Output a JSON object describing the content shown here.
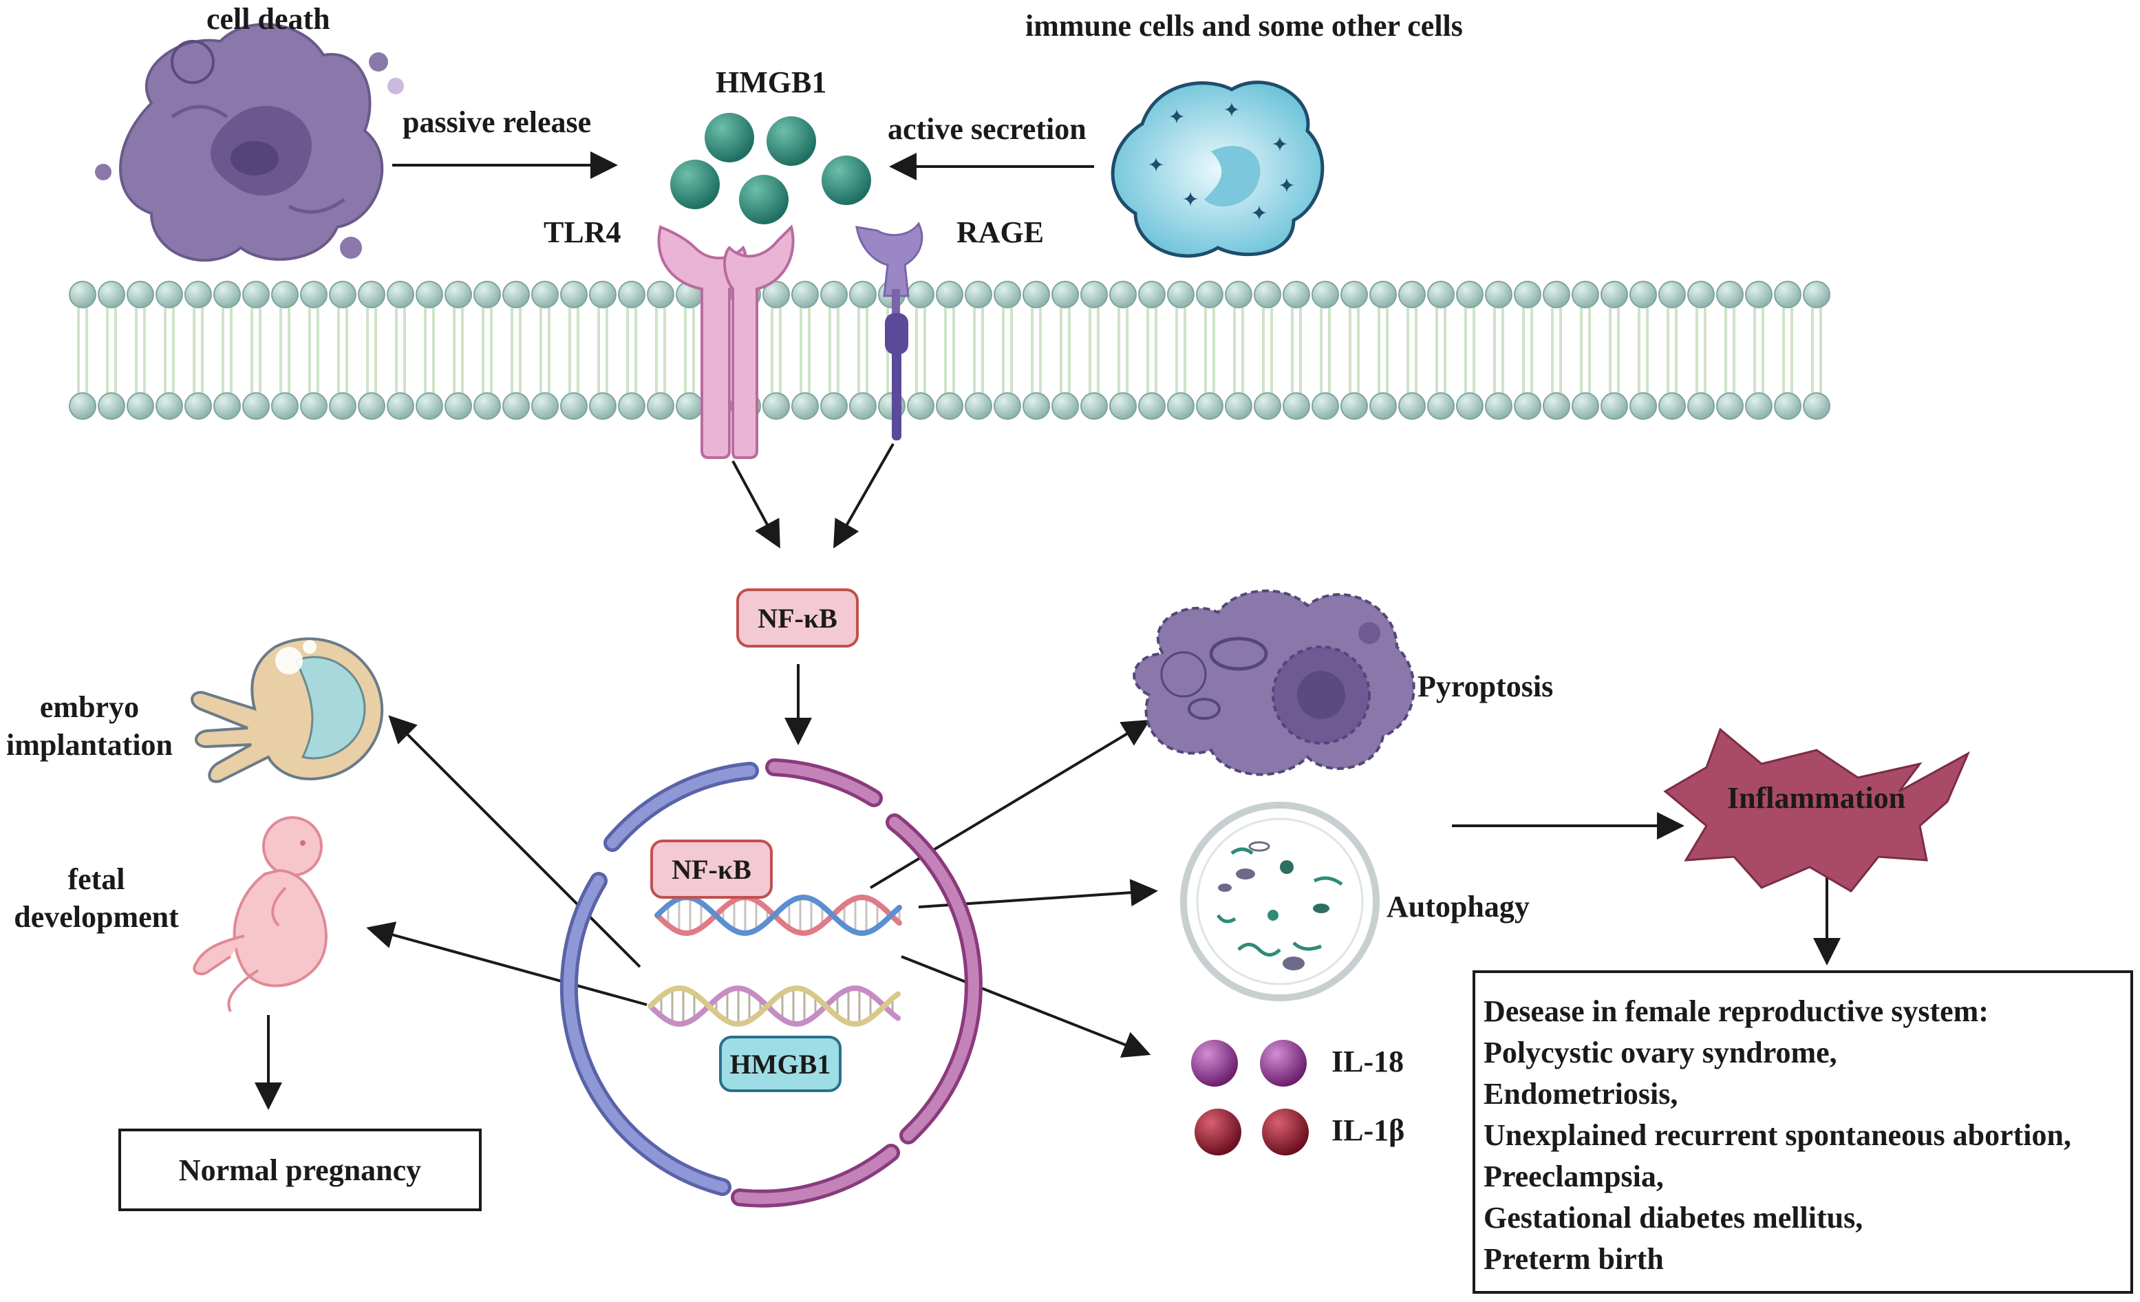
{
  "labels": {
    "cell_death": "cell death",
    "immune_cells": "immune cells and some other cells",
    "passive_release": "passive release",
    "active_secretion": "active secretion",
    "hmgb1_top": "HMGB1",
    "tlr4": "TLR4",
    "rage": "RAGE",
    "nfkb_mid": "NF-κB",
    "nfkb_nucleus": "NF-κB",
    "hmgb1_nucleus": "HMGB1",
    "embryo_implantation_line1": "embryo",
    "embryo_implantation_line2": "implantation",
    "fetal_development_line1": "fetal",
    "fetal_development_line2": "development",
    "normal_pregnancy": "Normal pregnancy",
    "pyroptosis": "Pyroptosis",
    "autophagy": "Autophagy",
    "il18": "IL-18",
    "il1b": "IL-1β",
    "inflammation": "Inflammation"
  },
  "disease_box": {
    "heading": "Desease in female reproductive system:",
    "items": [
      "Polycystic ovary syndrome,",
      "Endometriosis,",
      "Unexplained recurrent spontaneous abortion,",
      "Preeclampsia,",
      "Gestational diabetes mellitus,",
      "Preterm birth"
    ]
  },
  "colors": {
    "membrane_head": "#9fbfb8",
    "membrane_tail": "#d6e8d0",
    "hmgb1_ball": "#2e8b78",
    "tlr4": "#e6b0d0",
    "rage_top": "#9b86c6",
    "rage_bottom": "#5b4a9a",
    "dead_cell": "#8a78aa",
    "immune_cell": "#a9dcec",
    "nfkb_fill": "#f3c9d3",
    "nfkb_border": "#c0504d",
    "hmgb1_pill_fill": "#9fdde6",
    "nucleus_blue": "#7b84c4",
    "nucleus_purple": "#b272a8",
    "il18": "#9b3f9a",
    "il1b": "#9a2236",
    "inflammation": "#a94a66",
    "embryo_skin": "#f0a6b0"
  }
}
